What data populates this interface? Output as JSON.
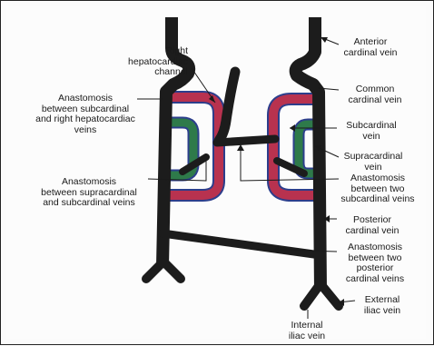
{
  "labels": {
    "right_hepatocardiac": [
      "Right",
      "hepatocardiac",
      "channel"
    ],
    "anast_sub_hep": [
      "Anastomosis",
      "between subcardinal",
      "and right hepatocardiac",
      "veins"
    ],
    "anast_supra_sub": [
      "Anastomosis",
      "between supracardinal",
      "and subcardinal veins"
    ],
    "anterior_cardinal": [
      "Anterior",
      "cardinal vein"
    ],
    "common_cardinal": [
      "Common",
      "cardinal vein"
    ],
    "subcardinal": [
      "Subcardinal",
      "vein"
    ],
    "supracardinal": [
      "Supracardinal",
      "vein"
    ],
    "anast_two_sub": [
      "Anastomosis",
      "between two",
      "subcardinal veins"
    ],
    "posterior_cardinal": [
      "Posterior",
      "cardinal vein"
    ],
    "anast_two_post": [
      "Anastomosis",
      "between two",
      "posterior",
      "cardinal veins"
    ],
    "external_iliac": [
      "External",
      "iliac vein"
    ],
    "internal_iliac": [
      "Internal",
      "iliac vein"
    ]
  },
  "colors": {
    "vein_black": "#1c1c1c",
    "subcardinal_red": "#b8324f",
    "supracardinal_green": "#2e7a4a",
    "outline_blue": "#2c3e8c"
  }
}
